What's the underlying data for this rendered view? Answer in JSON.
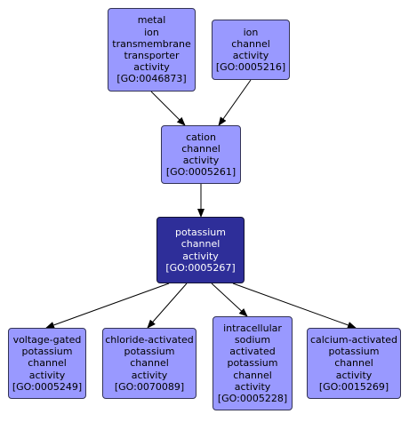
{
  "nodes": {
    "go0046873": {
      "lines": [
        "metal",
        "ion",
        "transmembrane",
        "transporter",
        "activity",
        "[GO:0046873]"
      ]
    },
    "go0005216": {
      "lines": [
        "ion",
        "channel",
        "activity",
        "[GO:0005216]"
      ]
    },
    "go0005261": {
      "lines": [
        "cation",
        "channel",
        "activity",
        "[GO:0005261]"
      ]
    },
    "go0005267": {
      "lines": [
        "potassium",
        "channel",
        "activity",
        "[GO:0005267]"
      ]
    },
    "go0005249": {
      "lines": [
        "voltage-gated",
        "potassium",
        "channel",
        "activity",
        "[GO:0005249]"
      ]
    },
    "go0070089": {
      "lines": [
        "chloride-activated",
        "potassium",
        "channel",
        "activity",
        "[GO:0070089]"
      ]
    },
    "go0005228": {
      "lines": [
        "intracellular",
        "sodium",
        "activated",
        "potassium",
        "channel",
        "activity",
        "[GO:0005228]"
      ]
    },
    "go0015269": {
      "lines": [
        "calcium-activated",
        "potassium",
        "channel",
        "activity",
        "[GO:0015269]"
      ]
    }
  },
  "colors": {
    "node_fill": "#9999ff",
    "focus_fill": "#2e2e99",
    "edge": "#000000"
  }
}
